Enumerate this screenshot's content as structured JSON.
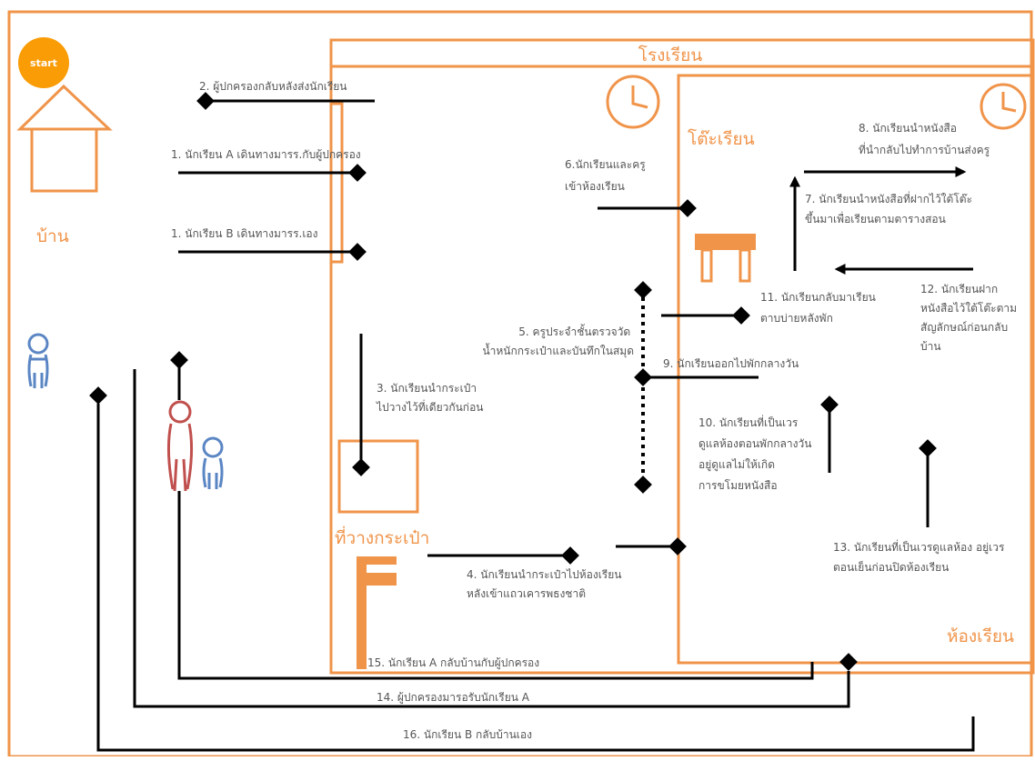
{
  "colors": {
    "accent": "#f0944a",
    "start": "#f99c06",
    "ink": "#000000",
    "text": "#555555",
    "person_blue": "#5b86c4",
    "person_red": "#c0504d"
  },
  "start": {
    "label": "start"
  },
  "areas": {
    "home": "บ้าน",
    "school": "โรงเรียน",
    "desk": "โต๊ะเรียน",
    "bag_area": "ที่วางกระเป๋า",
    "classroom": "ห้องเรียน"
  },
  "icons": {
    "clock": "clock-icon",
    "house": "house-icon",
    "desk": "desk-icon",
    "shelf": "bag-shelf-icon",
    "person": "person-icon"
  },
  "steps": {
    "s1a": "1. นักเรียน A เดินทางมารร.กับผู้ปกครอง",
    "s1b": "1. นักเรียน B เดินทางมารร.เอง",
    "s2": "2. ผู้ปกครองกลับหลังส่งนักเรียน",
    "s3": [
      "3. นักเรียนนำกระเป๋า",
      "ไปวางไว้ที่เดียวกันก่อน"
    ],
    "s4": [
      "4. นักเรียนนำกระเป๋าไปห้องเรียน",
      "หลังเข้าแถวเคารพธงชาติ"
    ],
    "s5": [
      "5. ครูประจำชั้นตรวจวัด",
      "น้ำหนักกระเป๋าและบันทึกในสมุด"
    ],
    "s6": [
      "6.นักเรียนและครู",
      "เข้าห้องเรียน"
    ],
    "s7": [
      "7. นักเรียนนำหนังสือที่ฝากไว้ใต้โต๊ะ",
      "ขึ้นมาเพื่อเรียนตามตารางสอน"
    ],
    "s8": [
      "8. นักเรียนนำหนังสือ",
      "ที่นำกลับไปทำการบ้านส่งครู"
    ],
    "s9": "9. นักเรียนออกไปพักกลางวัน",
    "s10": [
      "10. นักเรียนที่เป็นเวร",
      "ดูแลห้องตอนพักกลางวัน",
      "อยู่ดูแลไม่ให้เกิด",
      "การขโมยหนังสือ"
    ],
    "s11": [
      "11. นักเรียนกลับมาเรียน",
      "ตาบบ่ายหลังพัก"
    ],
    "s12": [
      "12. นักเรียนฝาก",
      "หนังสือไว้ใต้โต๊ะตาม",
      "สัญลักษณ์ก่อนกลับ",
      "บ้าน"
    ],
    "s13": [
      "13. นักเรียนที่เป็นเวรดูแลห้อง อยู่เวร",
      "ตอนเย็นก่อนปิดห้องเรียน"
    ],
    "s14": "14. ผู้ปกครองมารอรับนักเรียน A",
    "s15": "15. นักเรียน A กลับบ้านกับผู้ปกครอง",
    "s16": "16. นักเรียน B กลับบ้านเอง"
  }
}
